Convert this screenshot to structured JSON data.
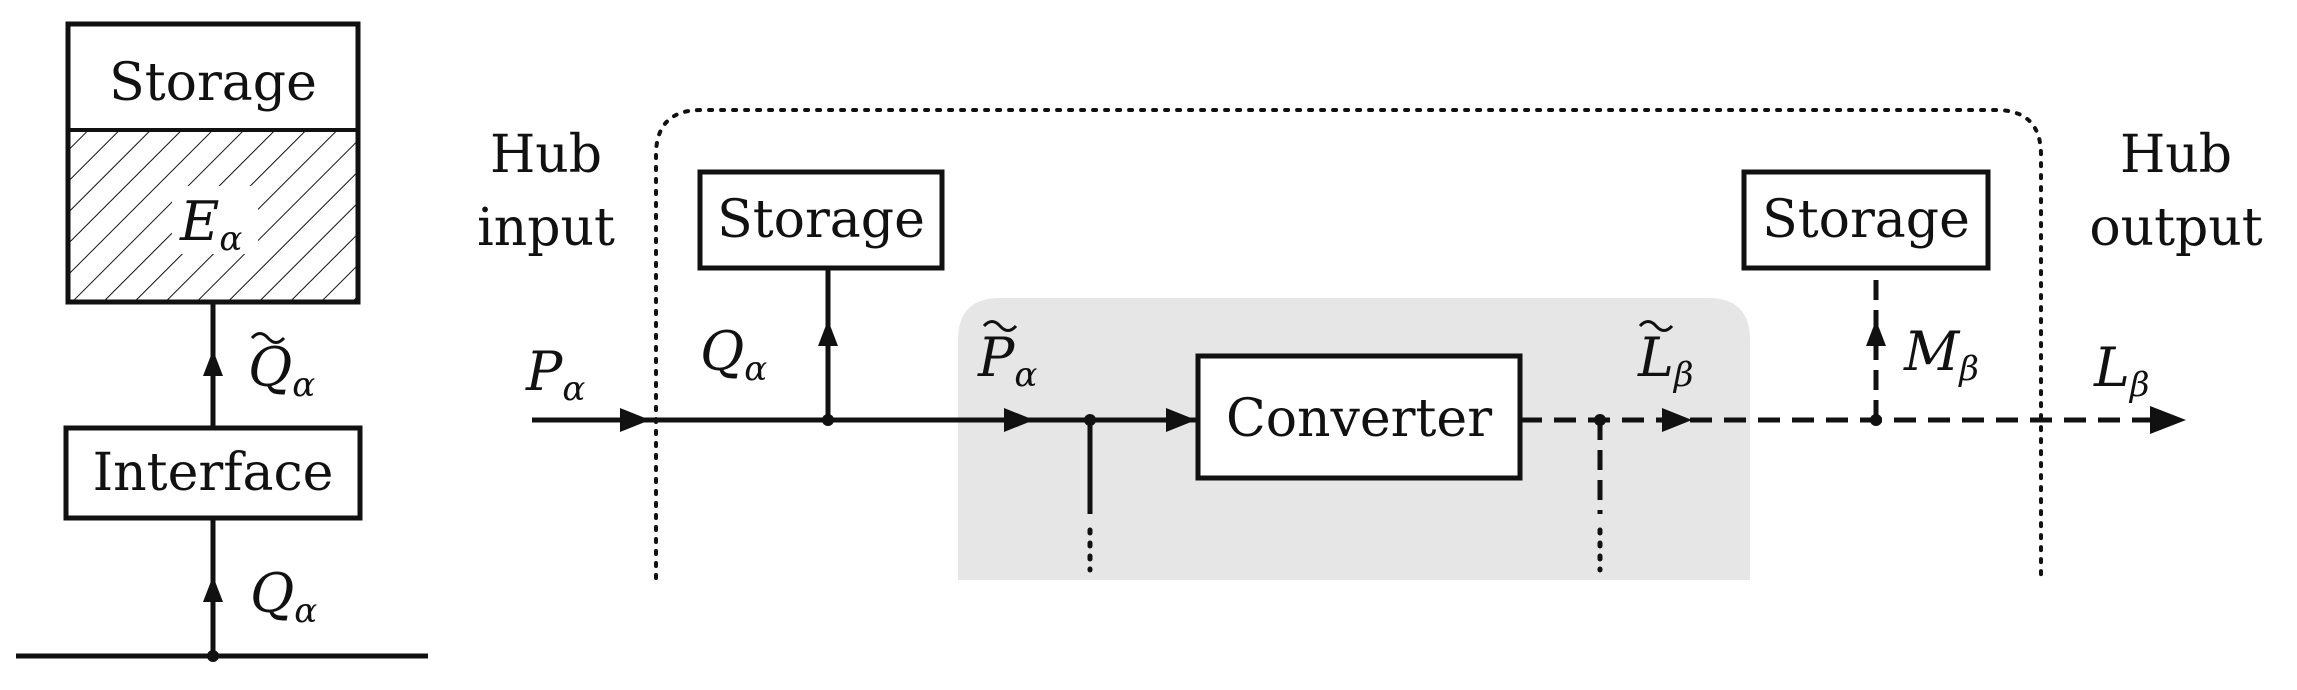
{
  "colors": {
    "ink": "#111111",
    "shade": "#e6e6e6",
    "background": "#ffffff"
  },
  "left_panel": {
    "storage_label": "Storage",
    "energy_var": "E",
    "energy_sub": "α",
    "flow_tilde_var": "Q",
    "flow_tilde_sub": "α",
    "interface_label": "Interface",
    "flow_var": "Q",
    "flow_sub": "α"
  },
  "hub": {
    "input_line1": "Hub",
    "input_line2": "input",
    "output_line1": "Hub",
    "output_line2": "output",
    "storage_in_label": "Storage",
    "storage_out_label": "Storage",
    "converter_label": "Converter",
    "p_var": "P",
    "p_sub": "α",
    "q_var": "Q",
    "q_sub": "α",
    "p_tilde_var": "P",
    "p_tilde_sub": "α",
    "l_tilde_var": "L",
    "l_tilde_sub": "β",
    "m_var": "M",
    "m_sub": "β",
    "l_var": "L",
    "l_sub": "β"
  }
}
